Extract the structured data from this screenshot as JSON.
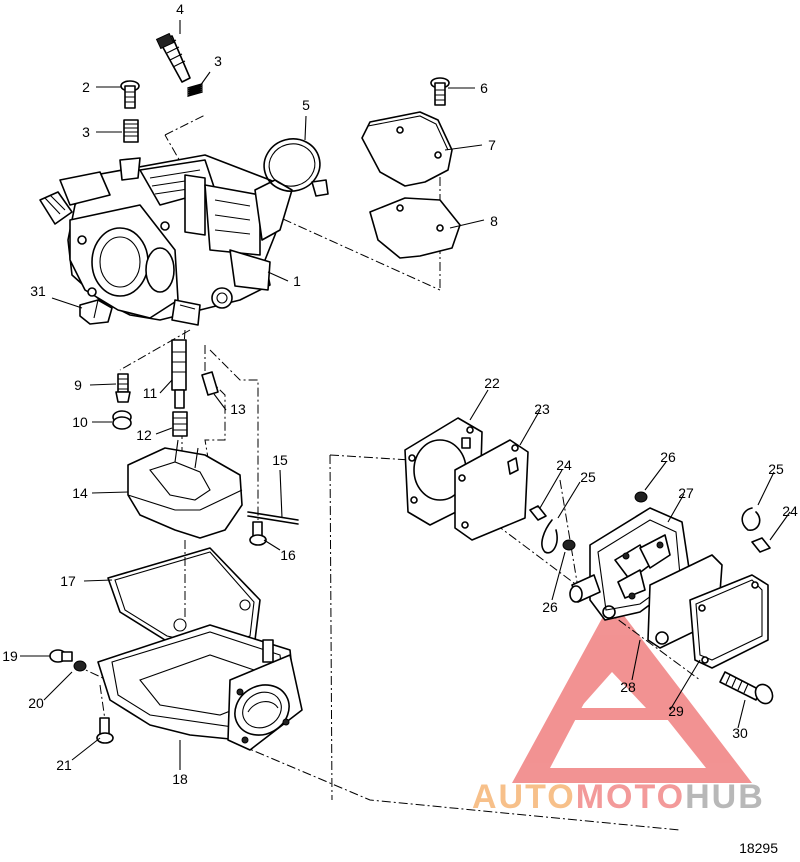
{
  "figure_number": "18295",
  "watermark": {
    "segments": [
      {
        "text": "AUTO",
        "color": "#f7c08a"
      },
      {
        "text": "MOTO",
        "color": "#f39a9a"
      },
      {
        "text": "HUB",
        "color": "#b8b8b8"
      }
    ],
    "logo_color": "#f08080"
  },
  "callouts": [
    "1",
    "2",
    "3",
    "3",
    "4",
    "5",
    "6",
    "7",
    "8",
    "9",
    "10",
    "11",
    "12",
    "13",
    "14",
    "15",
    "16",
    "17",
    "18",
    "19",
    "20",
    "21",
    "22",
    "23",
    "24",
    "24",
    "25",
    "25",
    "26",
    "26",
    "27",
    "28",
    "29",
    "30",
    "31"
  ]
}
